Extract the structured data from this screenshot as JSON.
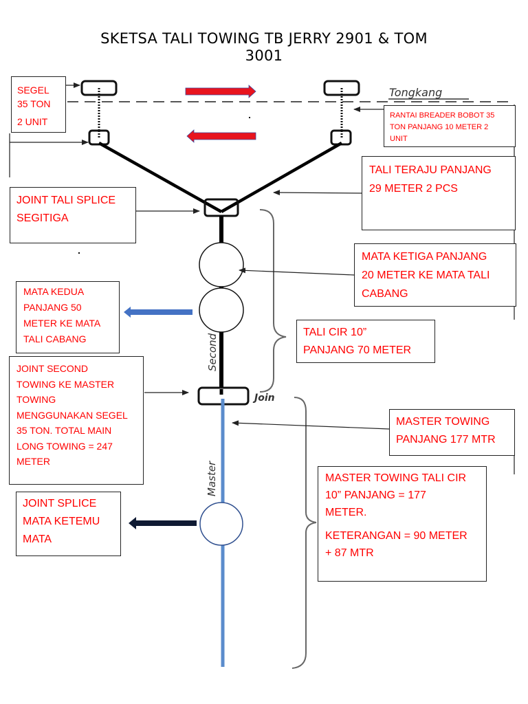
{
  "title_line1": "SKETSA TALI TOWING TB JERRY 2901 & TOM",
  "title_line2": "3001",
  "diagram_labels": {
    "tongkang": "Tongkang",
    "second": "Second",
    "join": "Join",
    "master": "Master"
  },
  "callouts": {
    "segel": [
      "SEGEL",
      "35 TON",
      "2 UNIT"
    ],
    "rantai": [
      "RANTAI BREADER BOBOT 35",
      "TON PANJANG 10 METER 2",
      "UNIT"
    ],
    "tali_teraju": [
      "TALI TERAJU PANJANG",
      "29 METER 2 PCS"
    ],
    "joint_segitiga": [
      "JOINT TALI SPLICE",
      "SEGITIGA"
    ],
    "mata_ketiga": [
      "MATA KETIGA PANJANG",
      "20 METER KE MATA TALI",
      "CABANG"
    ],
    "mata_kedua": [
      "MATA KEDUA",
      "PANJANG 50",
      "METER KE MATA",
      "TALI CABANG"
    ],
    "tali_cir": [
      "TALI CIR 10”",
      "PANJANG 70 METER"
    ],
    "joint_second": [
      "JOINT SECOND",
      "TOWING KE MASTER",
      "TOWING",
      "MENGGUNAKAN SEGEL",
      "35 TON. TOTAL MAIN",
      "LONG TOWING = 247",
      "METER"
    ],
    "master_panjang": [
      "MASTER TOWING",
      "PANJANG 177 MTR"
    ],
    "master_detail": [
      "MASTER TOWING TALI CIR",
      "10” PANJANG = 177",
      "METER.",
      "KETERANGAN = 90 METER",
      "+ 87 MTR"
    ],
    "joint_mata": [
      "JOINT SPLICE",
      "MATA KETEMU",
      "MATA"
    ]
  },
  "colors": {
    "callout_text": "#ff0000",
    "red_arrow": "#e8141e",
    "blue_arrow": "#4472c4",
    "master_rope": "#5b8ccc",
    "second_rope": "#000000"
  }
}
